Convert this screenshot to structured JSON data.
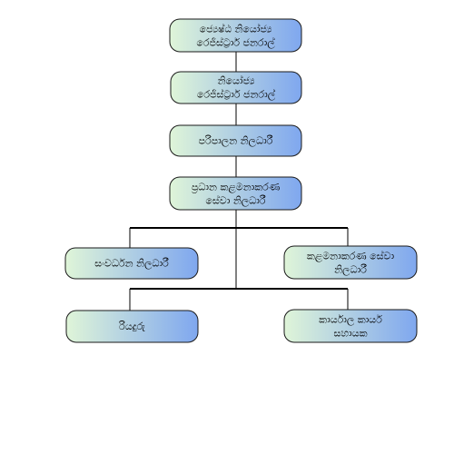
{
  "colors": {
    "gradient_start": "#dff5d8",
    "gradient_end": "#7fa7ef",
    "stroke": "#1a1a1a",
    "connector": "#000000"
  },
  "nodes": [
    {
      "id": "n1",
      "lines": [
        "ජ්‍යෙෂ්ඨ නියෝජ්‍ය",
        "රෙජිස්ට්‍රාර් ජනරාල්"
      ]
    },
    {
      "id": "n2",
      "lines": [
        "නියෝජ්‍ය",
        "රෙජිස්ට්‍රාර් ජනරාල්"
      ]
    },
    {
      "id": "n3",
      "lines": [
        "පරිපාලන නිලධාරී"
      ]
    },
    {
      "id": "n4",
      "lines": [
        "ප්‍රධාන කළමනාකරණ",
        "සේවා නිලධාරී"
      ]
    },
    {
      "id": "n5",
      "lines": [
        "සංවර්ධන නිලධාරී"
      ]
    },
    {
      "id": "n6",
      "lines": [
        "කළමනාකරණ සේවා",
        "නිලධාරී"
      ]
    },
    {
      "id": "n7",
      "lines": [
        "රියදුරු"
      ]
    },
    {
      "id": "n8",
      "lines": [
        "කාර්යාල කාර්ය",
        "සහායක"
      ]
    }
  ]
}
